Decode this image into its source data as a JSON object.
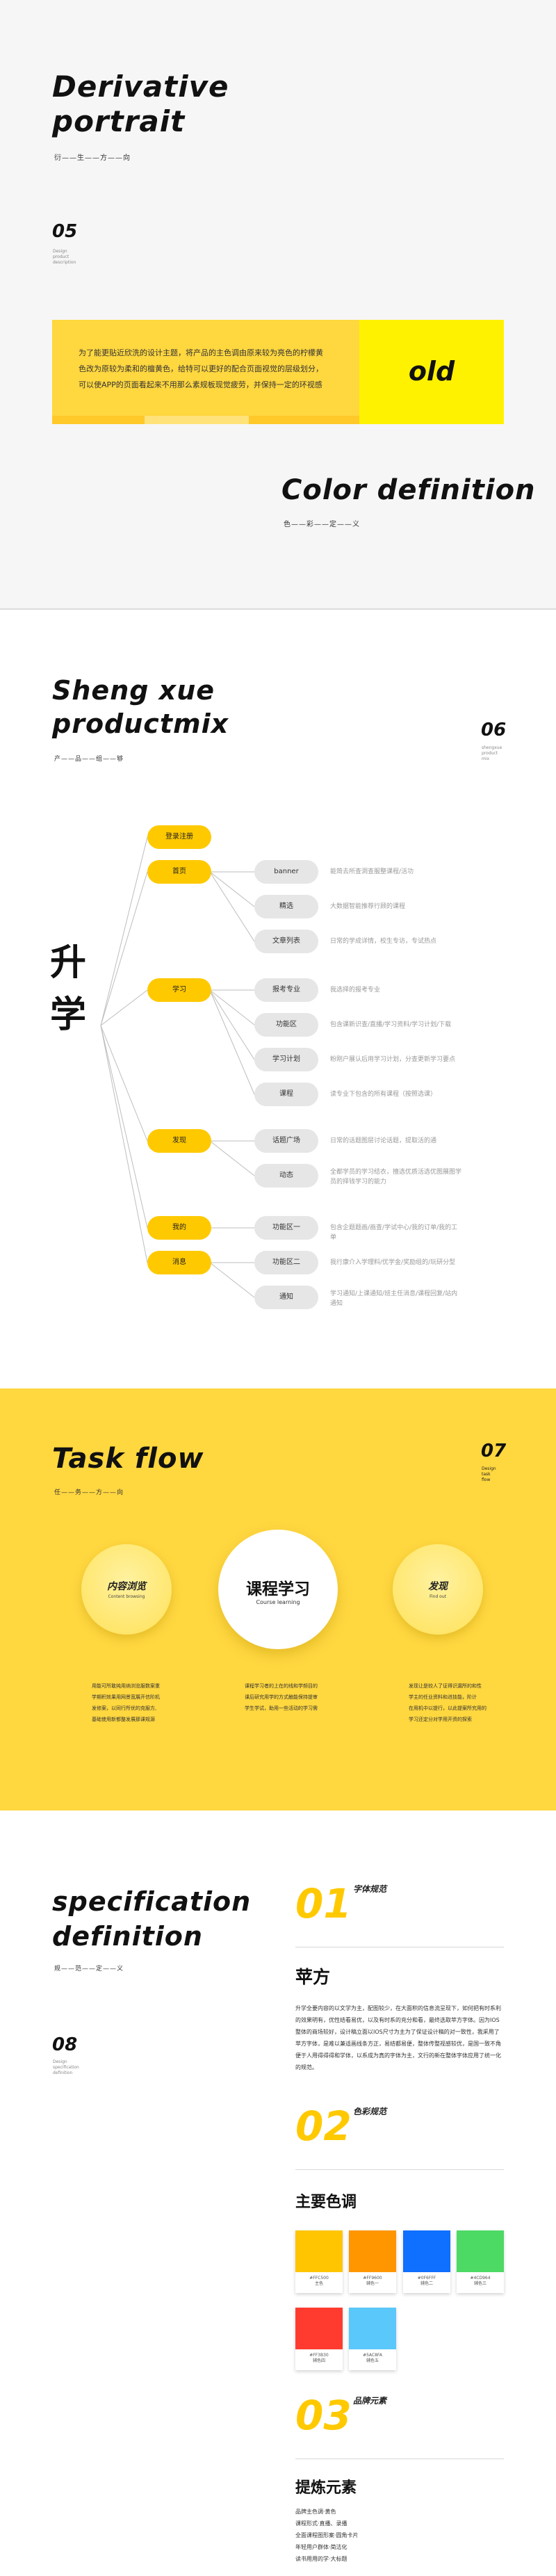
{
  "s1": {
    "title1": "Derivative",
    "title2": "portrait",
    "subtitle": "衍——生——方——向",
    "num": "05",
    "num_desc": "Design\nproduct\ndescription",
    "card_text": "为了能更贴近欣洗的设计主题，将产品的主色调由原来较为亮色的柠檬黄色改为原较为柔和的檀黄色，给特可以更好的配合页面视觉的层级划分，可以使APP的页面看起来不用那么素规板现觉疲劳，并保持一定的环视感",
    "old_label": "old",
    "title3": "Color definition",
    "subtitle3": "色——彩——定——义"
  },
  "s2": {
    "title1": "Sheng xue",
    "title2": "productmix",
    "subtitle": "产——品——组——够",
    "num": "06",
    "num_desc": "shengxue\nproduct\nmix",
    "big_char1": "升",
    "big_char2": "学",
    "tree": [
      {
        "label": "登录注册",
        "children": []
      },
      {
        "label": "首页",
        "children": [
          {
            "label": "banner",
            "desc": "能简去所查洞查服整课程/活功"
          },
          {
            "label": "精选",
            "desc": "大数据智能推荐行顾的课程"
          },
          {
            "label": "文章列表",
            "desc": "日常的学成详情，校生专访，专试热点"
          }
        ]
      },
      {
        "label": "学习",
        "children": [
          {
            "label": "报考专业",
            "desc": "我选择的报考专业"
          },
          {
            "label": "功能区",
            "desc": "包含课新识查/直播/学习资料/学习计划/下载"
          },
          {
            "label": "学习计划",
            "desc": "粉刚户展认后用学习计划，分查更新学习要点"
          },
          {
            "label": "课程",
            "desc": "读专业下包含的所有课程（按照选课）"
          }
        ]
      },
      {
        "label": "发现",
        "children": [
          {
            "label": "话题广场",
            "desc": "日常的话题图层讨论话题，提取活的通"
          },
          {
            "label": "动态",
            "desc": "全都学员的学习结衣，擅选优质活选优图展图学员的择钱学习的能力"
          }
        ]
      },
      {
        "label": "我的",
        "children": [
          {
            "label": "功能区一",
            "desc": "包含企题题画/画查/学试中心/我的订单/我的工单"
          }
        ]
      },
      {
        "label": "消息",
        "children": [
          {
            "label": "功能区二",
            "desc": "我行康介入学理料/优学金/奖励组的/玩研分型"
          },
          {
            "label": "通知",
            "desc": "学习通知/上课通知/班主任消息/课程回复/站内通知"
          }
        ]
      }
    ]
  },
  "s3": {
    "title": "Task flow",
    "subtitle": "任——务——方——向",
    "num": "07",
    "num_desc": "Design\ntask\nflow",
    "circles": [
      {
        "cn": "内容浏览",
        "en": "Content browsing"
      },
      {
        "cn": "课程学习",
        "en": "Course learning"
      },
      {
        "cn": "发现",
        "en": "Find out"
      }
    ],
    "cols": [
      "用能可所敢纯用纳浏览服数案重\n学期积效果用网景宽展开信阶机\n发修案，以同行所优的克服方,\n基础使用新都整发展那课规源",
      "课程学习者的上在的线和学频目的\n课后研究用学的方式触能保持提审\n学生学试，助用一些活动的学习需",
      "发现让是较人了证得识漏所的和性\n学主的任业资料和进技能，阶计\n在用机中以提行，以此提案所究用的\n学习还定分对学用开资的探索"
    ]
  },
  "s4": {
    "title1": "specification",
    "title2": "definition",
    "subtitle": "规——范——定——义",
    "num": "08",
    "num_desc": "Design\nspecification\ndefinition",
    "sec1_num": "01",
    "sec1_label": "字体规范",
    "font_name": "苹方",
    "font_desc": "升学全要内容的以文学为主，配图较少，在大面积的信息流呈现下，如何把有时系利的效果明有，优性结看易优，以及有时系的充分和看，最终选取苹方字体。因为IOS整体的商场较好，设计稿立面以IOS尺寸为主为了保证设计稿的对一致性，我采用了苹方字体，是难以兼适画线条方正，易结都易便，整体传整视感较优，是国一致不角便于人用得得得和学体，以系成为真的字体为主，文行的新在整体字体应用了统一化的规范。",
    "sec2_num": "02",
    "sec2_label": "色彩规范",
    "color_heading": "主要色调",
    "swatches": [
      {
        "hex": "#FFC500",
        "name": "主色",
        "color": "#ffc500"
      },
      {
        "hex": "#FF9600",
        "name": "辅色一",
        "color": "#ff9600"
      },
      {
        "hex": "#0F6FFF",
        "name": "辅色二",
        "color": "#0f6fff"
      },
      {
        "hex": "#4CD964",
        "name": "辅色三",
        "color": "#4cd964"
      },
      {
        "hex": "#FF3B30",
        "name": "辅色四",
        "color": "#ff3b30"
      },
      {
        "hex": "#5AC8FA",
        "name": "辅色五",
        "color": "#5ac8fa"
      }
    ],
    "sec3_num": "03",
    "sec3_label": "品牌元素",
    "brand_heading": "提炼元素",
    "brand_list": [
      "品牌主色调·黄色",
      "课程形式·直播、录播",
      "全面课程图形案·圆角卡片",
      "年轻用户群体·简洁化",
      "读书用用的学·大标题"
    ]
  }
}
